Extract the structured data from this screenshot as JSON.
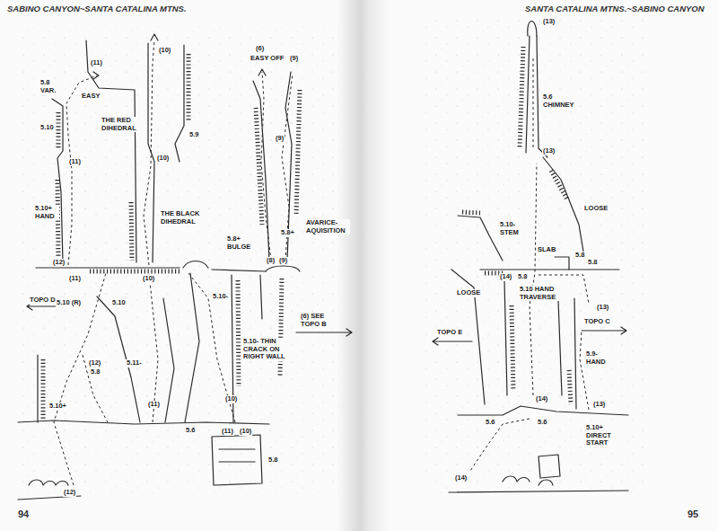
{
  "diagram": {
    "title": "SABINO CANYON~SANTA CATALINA MTNS.",
    "labels": [
      "SANTA CATALINA MTNS.~SABINO CANYON",
      "(11)",
      "5.8 VAR.",
      "EASY",
      "(10)",
      "(6)",
      "EASY OFF",
      "(9)",
      "5.10",
      "THE RED DIHEDRAL",
      "(11)",
      "5.9",
      "(10)",
      "(9)",
      "5.10+ HAND",
      "THE BLACK DIHEDRAL",
      "5.8+ BULGE",
      "5.8+",
      "AVARICE-AQUISITION",
      "(8)",
      "(9)",
      "(12)",
      "(11)",
      "(10)",
      "TOPO D",
      "5.10 (R)",
      "5.10",
      "5.10-",
      "(6) SEE TOPO B",
      "(12)",
      "5.8",
      "5.11-",
      "5.10- THIN CRACK ON RIGHT WALL",
      "5.10+",
      "(11)",
      "(10)",
      "5.6",
      "(11)",
      "(10)",
      "5.8",
      "(12)",
      "94",
      "(13)",
      "5.6 CHIMNEY",
      "(13)",
      "LOOSE",
      "5.10- STEM",
      "SLAB",
      "5.8",
      "(14)",
      "5.8",
      "5.8",
      "5.10 HAND TRAVERSE",
      "LOOSE",
      "(13)",
      "TOPO C",
      "TOPO E",
      "5.9- HAND",
      "(14)",
      "(13)",
      "5.6",
      "5.6",
      "5.10+ DIRECT START",
      "(14)",
      "95"
    ]
  }
}
